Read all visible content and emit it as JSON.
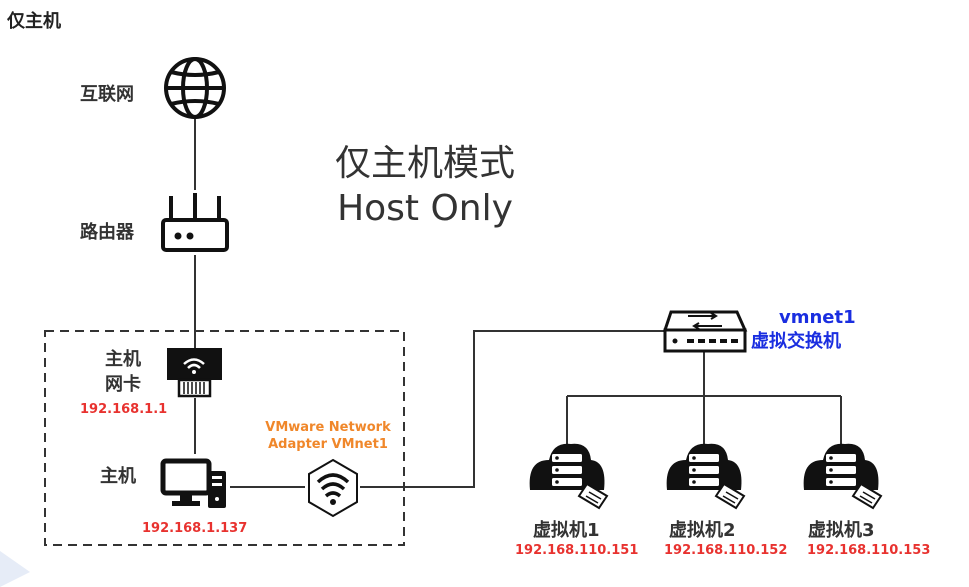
{
  "header": {
    "title": "仅主机"
  },
  "mode": {
    "title_cn": "仅主机模式",
    "title_en": "Host Only"
  },
  "nodes": {
    "internet": {
      "label": "互联网"
    },
    "router": {
      "label": "路由器"
    },
    "host_nic": {
      "label_line1": "主机",
      "label_line2": "网卡",
      "ip": "192.168.1.1"
    },
    "host": {
      "label": "主机",
      "ip": "192.168.1.137"
    },
    "vmware_adapter": {
      "label_line1": "VMware Network",
      "label_line2": "Adapter VMnet1"
    },
    "vmnet1": {
      "label_line1": "vmnet1",
      "label_line2": "虚拟交换机"
    },
    "vms": [
      {
        "label": "虚拟机1",
        "ip": "192.168.110.151"
      },
      {
        "label": "虚拟机2",
        "ip": "192.168.110.152"
      },
      {
        "label": "虚拟机3",
        "ip": "192.168.110.153"
      }
    ]
  },
  "colors": {
    "ip_text": "#e8322f",
    "adapter_text": "#f0872a",
    "switch_text": "#1a2ee0",
    "lines": "#333333"
  }
}
